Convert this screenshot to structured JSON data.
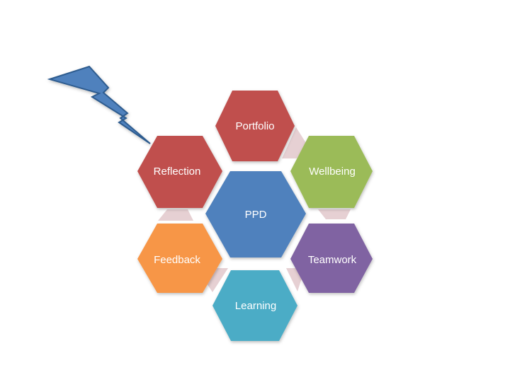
{
  "diagram": {
    "center": {
      "label": "PPD",
      "color": "#4F81BD"
    },
    "hexagons": [
      {
        "id": "portfolio",
        "label": "Portfolio",
        "color": "#C0504D"
      },
      {
        "id": "reflection",
        "label": "Reflection",
        "color": "#C0504D"
      },
      {
        "id": "wellbeing",
        "label": "Wellbeing",
        "color": "#9BBB59"
      },
      {
        "id": "feedback",
        "label": "Feedback",
        "color": "#F79646"
      },
      {
        "id": "teamwork",
        "label": "Teamwork",
        "color": "#8064A2"
      },
      {
        "id": "learning",
        "label": "Learning",
        "color": "#4BACC6"
      }
    ],
    "connector_color": "#E6D0D3",
    "lightning_icon": {
      "name": "lightning-bolt-icon",
      "color": "#4F81BD"
    }
  }
}
